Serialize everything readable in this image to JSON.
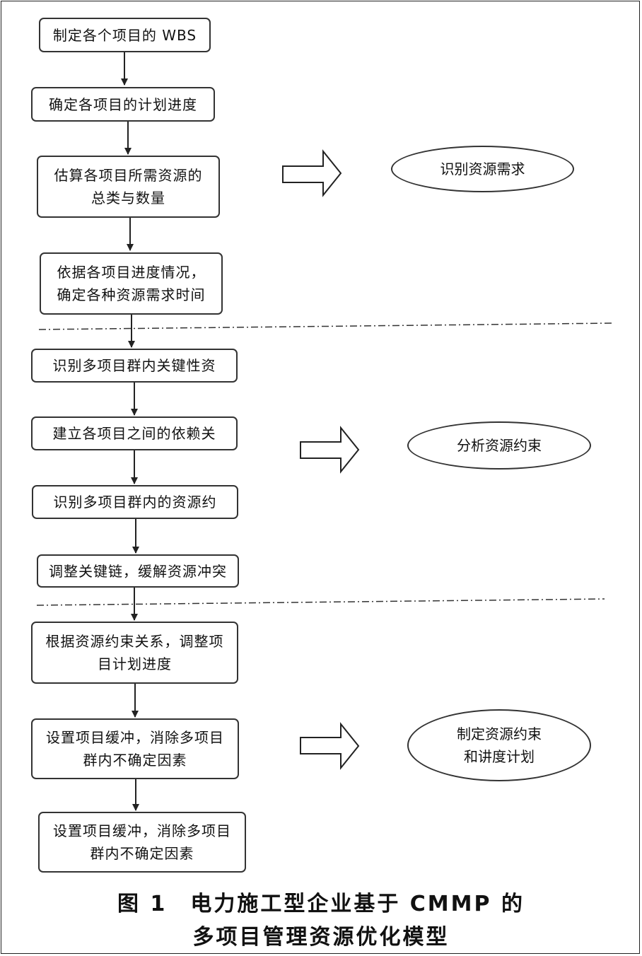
{
  "steps": [
    "制定各个项目的 WBS",
    "确定各项目的计划进度",
    "估算各项目所需资源的\n总类与数量",
    "依据各项目进度情况，\n确定各种资源需求时间",
    "识别多项目群内关键性资",
    "建立各项目之间的依赖关",
    "识别多项目群内的资源约",
    "调整关键链，缓解资源冲突",
    "根据资源约束关系，调整项\n目计划进度",
    "设置项目缓冲，消除多项目\n群内不确定因素",
    "设置项目缓冲，消除多项目\n群内不确定因素"
  ],
  "outcomes": [
    "识别资源需求",
    "分析资源约束",
    "制定资源约束\n和讲度计划"
  ],
  "caption": {
    "line1": "图 1　电力施工型企业基于 CMMP 的",
    "line2": "多项目管理资源优化模型"
  },
  "colors": {
    "stroke": "#333333",
    "background": "#ffffff"
  }
}
